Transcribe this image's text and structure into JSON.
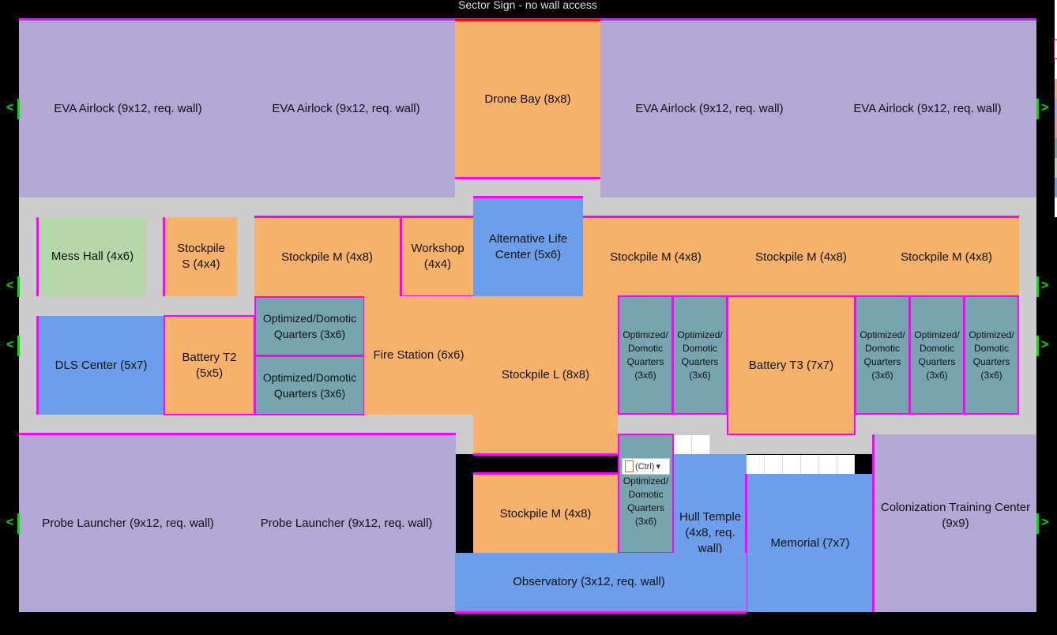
{
  "header": {
    "sector_sign": "Sector Sign - no wall access"
  },
  "rooms": {
    "eva1": "EVA Airlock (9x12, req. wall)",
    "eva2": "EVA Airlock (9x12, req. wall)",
    "drone": "Drone Bay (8x8)",
    "eva3": "EVA Airlock (9x12, req. wall)",
    "eva4": "EVA Airlock (9x12, req. wall)",
    "mess": "Mess Hall (4x6)",
    "stockS": "Stockpile S (4x4)",
    "stockM1": "Stockpile M (4x8)",
    "workshop": "Workshop (4x4)",
    "altlife": "Alternative Life Center (5x6)",
    "stockM2": "Stockpile M (4x8)",
    "stockM3": "Stockpile M (4x8)",
    "stockM4": "Stockpile M (4x8)",
    "dls": "DLS Center (5x7)",
    "batt2": "Battery T2 (5x5)",
    "opt1": "Optimized/Domotic Quarters (3x6)",
    "opt2": "Optimized/Domotic Quarters (3x6)",
    "fire": "Fire Station (6x6)",
    "stockL": "Stockpile L (8x8)",
    "opt3": "Optimized/ Domotic Quarters (3x6)",
    "opt4": "Optimized/ Domotic Quarters (3x6)",
    "batt3": "Battery T3 (7x7)",
    "opt5": "Optimized/ Domotic Quarters (3x6)",
    "opt6": "Optimized/ Domotic Quarters (3x6)",
    "opt7": "Optimized/ Domotic Quarters (3x6)",
    "probe1": "Probe Launcher (9x12, req. wall)",
    "probe2": "Probe Launcher (9x12, req. wall)",
    "stockM5": "Stockpile M (4x8)",
    "opt8": "Optimized/ Domotic Quarters (3x6)",
    "hull": "Hull Temple (4x8, req. wall)",
    "memorial": "Memorial (7x7)",
    "colony": "Colonization Training Center (9x9)",
    "obs": "Observatory (3x12, req. wall)"
  },
  "arrows": {
    "left": "<",
    "right": ">"
  },
  "paste": {
    "label": "(Ctrl)",
    "arrow": "▾"
  },
  "colors": {
    "storage": "#f6b26b",
    "airlock": "#b4a7d6",
    "science": "#6d9eeb",
    "quarters": "#76a5af",
    "food": "#b6d7a8",
    "border": "#ff00ff"
  }
}
